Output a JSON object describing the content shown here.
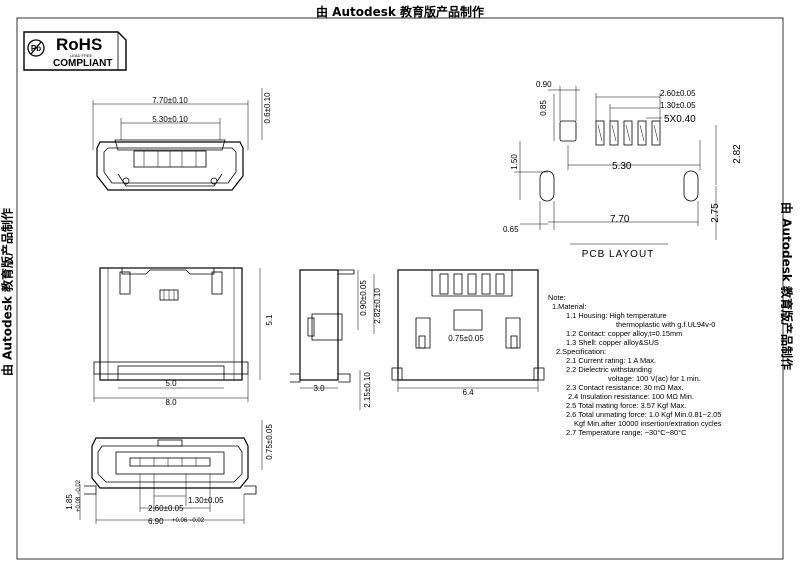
{
  "banner": {
    "top": "由 Autodesk 教育版产品制作",
    "left": "由 Autodesk 教育版产品制作",
    "right": "由 Autodesk 教育版产品制作"
  },
  "logo": {
    "main": "RoHS",
    "sub": "LEAD FREE",
    "bottom": "COMPLIANT"
  },
  "top_view": {
    "width_outer": "7.70±0.10",
    "width_inner": "5.30±0.10",
    "depth": "0.6±0.10"
  },
  "pcb_layout": {
    "title": "PCB LAYOUT",
    "d1": "0.90",
    "d2": "0.85",
    "d3": "2.60±0.05",
    "d4": "1.30±0.05",
    "d5": "5X0.40",
    "d6": "1.50",
    "d7": "5.30",
    "d8": "2.82",
    "d9": "0.65",
    "d10": "7.70",
    "d11": "2.75"
  },
  "front_view": {
    "d1": "5.1",
    "d2": "5.0",
    "d3": "8.0"
  },
  "side_view": {
    "d1": "0.90±0.05",
    "d2": "2.82±0.10",
    "d3": "3.0",
    "d4": "2.15±0.10"
  },
  "back_view": {
    "d1": "0.75±0.05",
    "d2": "6.4"
  },
  "bottom_view": {
    "d1": "0.75±0.05",
    "d2": "1.85",
    "d2tol": "+0.08 −0.02",
    "d3": "1.30±0.05",
    "d4": "2.60±0.05",
    "d5": "6.90",
    "d5tol": "+0.06 −0.02"
  },
  "notes": [
    "Note:",
    "1.Material:",
    "1.1  Housing:  High  temperature",
    "thermoplastic  with  g.f.UL94v-0",
    "1.2  Contact:  copper  alloy,t=0.15mm",
    "1.3  Shell:  copper  alloy&SUS",
    "2.Specification:",
    "2.1  Current  rating:  1  A  Max.",
    "2.2  Dielectric  withstanding",
    "voltage:  100  V(ac)  for  1  min.",
    "2.3  Contact  resistance:  30  mΩ  Max.",
    "2.4  Insulation  resistance:  100  MΩ  Min.",
    "2.5  Total  mating  force:  3.57  Kgf  Max.",
    "2.6  Total  unmating  force:  1.0  Kgf  Min.0.81~2.05",
    "Kgf  Min.after  10000  insertion/extration  cycles",
    "2.7  Temperature  range:  −30°C~80°C"
  ]
}
